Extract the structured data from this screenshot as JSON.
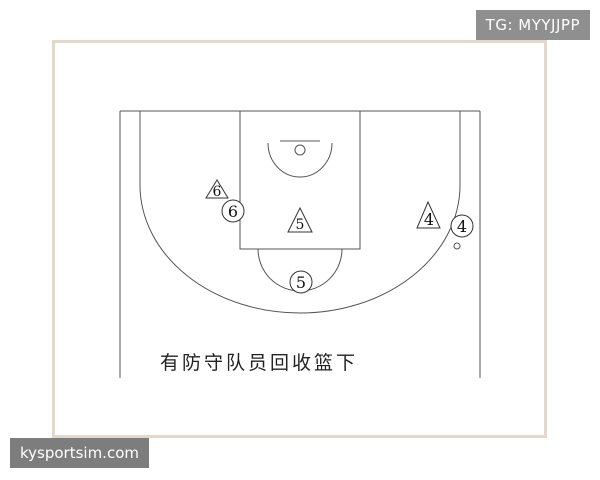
{
  "badges": {
    "channel": "TG: MYYJJPP",
    "site": "kysportsim.com"
  },
  "diagram": {
    "caption": "有防守队员回收篮下",
    "players": [
      {
        "id": "6",
        "role": "defense",
        "shape": "triangle"
      },
      {
        "id": "6",
        "role": "offense",
        "shape": "circle"
      },
      {
        "id": "5",
        "role": "defense",
        "shape": "triangle"
      },
      {
        "id": "5",
        "role": "offense",
        "shape": "circle"
      },
      {
        "id": "4",
        "role": "defense",
        "shape": "triangle"
      },
      {
        "id": "4",
        "role": "offense",
        "shape": "circle"
      }
    ]
  },
  "colors": {
    "lines": "#555555",
    "frame": "#e4d8cb",
    "badge_bg": "#8f8f8f"
  }
}
